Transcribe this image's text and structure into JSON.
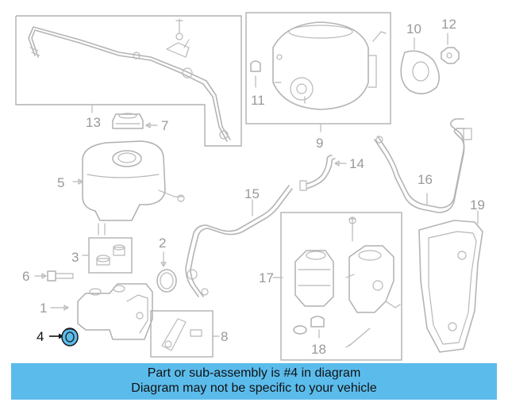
{
  "callouts": [
    "13",
    "7",
    "5",
    "3",
    "6",
    "1",
    "4",
    "2",
    "8",
    "11",
    "9",
    "10",
    "12",
    "14",
    "15",
    "17",
    "18",
    "16",
    "19"
  ],
  "highlight_callout": "4",
  "banner": {
    "line1": "Part or sub-assembly is #4 in diagram",
    "line2": "Diagram may not be specific to your vehicle"
  },
  "colors": {
    "banner": "#5bbcec",
    "highlight_part": "#5bbcec",
    "line_art": "#b4b4b4",
    "callout_text": "#9a9a9a"
  }
}
